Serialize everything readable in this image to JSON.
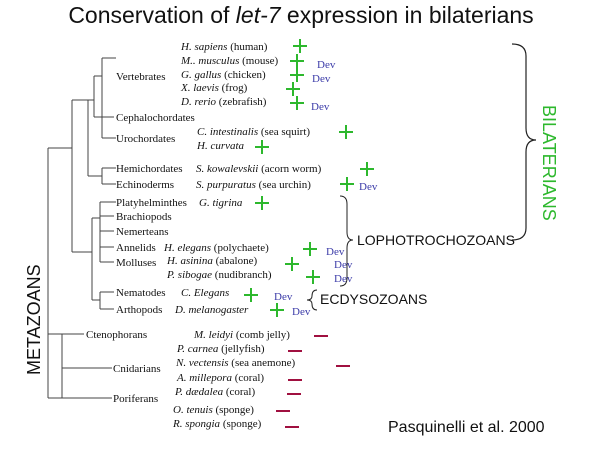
{
  "title": {
    "prefix": "Conservation of ",
    "italic": "let-7",
    "suffix": " expression in bilaterians"
  },
  "colors": {
    "present": "#2db82d",
    "absent": "#a01040",
    "dev": "#3a3aa8",
    "bilaterians": "#2db82d"
  },
  "groups": {
    "vertebrates": "Vertebrates",
    "cephalochordates": "Cephalochordates",
    "urochordates": "Urochordates",
    "hemichordates": "Hemichordates",
    "echinoderms": "Echinoderms",
    "platyhelminthes": "Platyhelminthes",
    "brachiopods": "Brachiopods",
    "nemerteans": "Nemerteans",
    "annelids": "Annelids",
    "molluscs": "Molluses",
    "nematodes": "Nematodes",
    "arthopods": "Arthopods",
    "ctenophorans": "Ctenophorans",
    "cnidarians": "Cnidarians",
    "poriferans": "Poriferans"
  },
  "species": [
    {
      "id": "hsap",
      "name": "H. sapiens",
      "common": " (human)",
      "mark": "+",
      "dev": ""
    },
    {
      "id": "mmus",
      "name": "M.. musculus",
      "common": " (mouse)",
      "mark": "+",
      "dev": "Dev"
    },
    {
      "id": "ggal",
      "name": "G. gallus",
      "common": " (chicken)",
      "mark": "+",
      "dev": "Dev"
    },
    {
      "id": "xlae",
      "name": "X. laevis",
      "common": " (frog)",
      "mark": "+",
      "dev": ""
    },
    {
      "id": "drer",
      "name": "D. rerio",
      "common": " (zebrafish)",
      "mark": "+",
      "dev": "Dev"
    },
    {
      "id": "cint",
      "name": "C. intestinalis",
      "common": " (sea squirt)",
      "mark": "+",
      "dev": ""
    },
    {
      "id": "hcur",
      "name": "H. curvata",
      "common": "",
      "mark": "+",
      "dev": ""
    },
    {
      "id": "skow",
      "name": "S. kowalevskii",
      "common": " (acorn worm)",
      "mark": "+",
      "dev": ""
    },
    {
      "id": "spur",
      "name": "S. purpuratus",
      "common": " (sea urchin)",
      "mark": "+",
      "dev": "Dev"
    },
    {
      "id": "gtig",
      "name": "G. tigrina",
      "common": "",
      "mark": "+",
      "dev": ""
    },
    {
      "id": "hele",
      "name": "H. elegans",
      "common": " (polychaete)",
      "mark": "+",
      "dev": "Dev"
    },
    {
      "id": "hasi",
      "name": "H. asinina",
      "common": " (abalone)",
      "mark": "+",
      "dev": "Dev"
    },
    {
      "id": "psib",
      "name": "P. sibogae",
      "common": " (nudibranch)",
      "mark": "+",
      "dev": "Dev"
    },
    {
      "id": "cele",
      "name": "C. Elegans",
      "common": "",
      "mark": "+",
      "dev": "Dev"
    },
    {
      "id": "dmel",
      "name": "D. melanogaster",
      "common": "",
      "mark": "+",
      "dev": "Dev"
    },
    {
      "id": "mlei",
      "name": "M. leidyi",
      "common": " (comb jelly)",
      "mark": "-",
      "dev": ""
    },
    {
      "id": "pcar",
      "name": "P. carnea",
      "common": " (jellyfish)",
      "mark": "-",
      "dev": ""
    },
    {
      "id": "nvec",
      "name": "N. vectensis",
      "common": " (sea anemone)",
      "mark": "-",
      "dev": ""
    },
    {
      "id": "amil",
      "name": "A. millepora",
      "common": " (coral)",
      "mark": "-",
      "dev": ""
    },
    {
      "id": "pdae",
      "name": "P. dædalea",
      "common": " (coral)",
      "mark": "-",
      "dev": ""
    },
    {
      "id": "oten",
      "name": "O. tenuis",
      "common": " (sponge)",
      "mark": "-",
      "dev": ""
    },
    {
      "id": "rspo",
      "name": "R. spongia",
      "common": " (sponge)",
      "mark": "-",
      "dev": ""
    }
  ],
  "clades": {
    "lophotrochozoans": "LOPHOTROCHOZOANS",
    "ecdysozoans": "ECDYSOZOANS",
    "bilaterians": "BILATERIANS",
    "metazoans": "METAZOANS"
  },
  "citation": "Pasquinelli et al.  2000"
}
